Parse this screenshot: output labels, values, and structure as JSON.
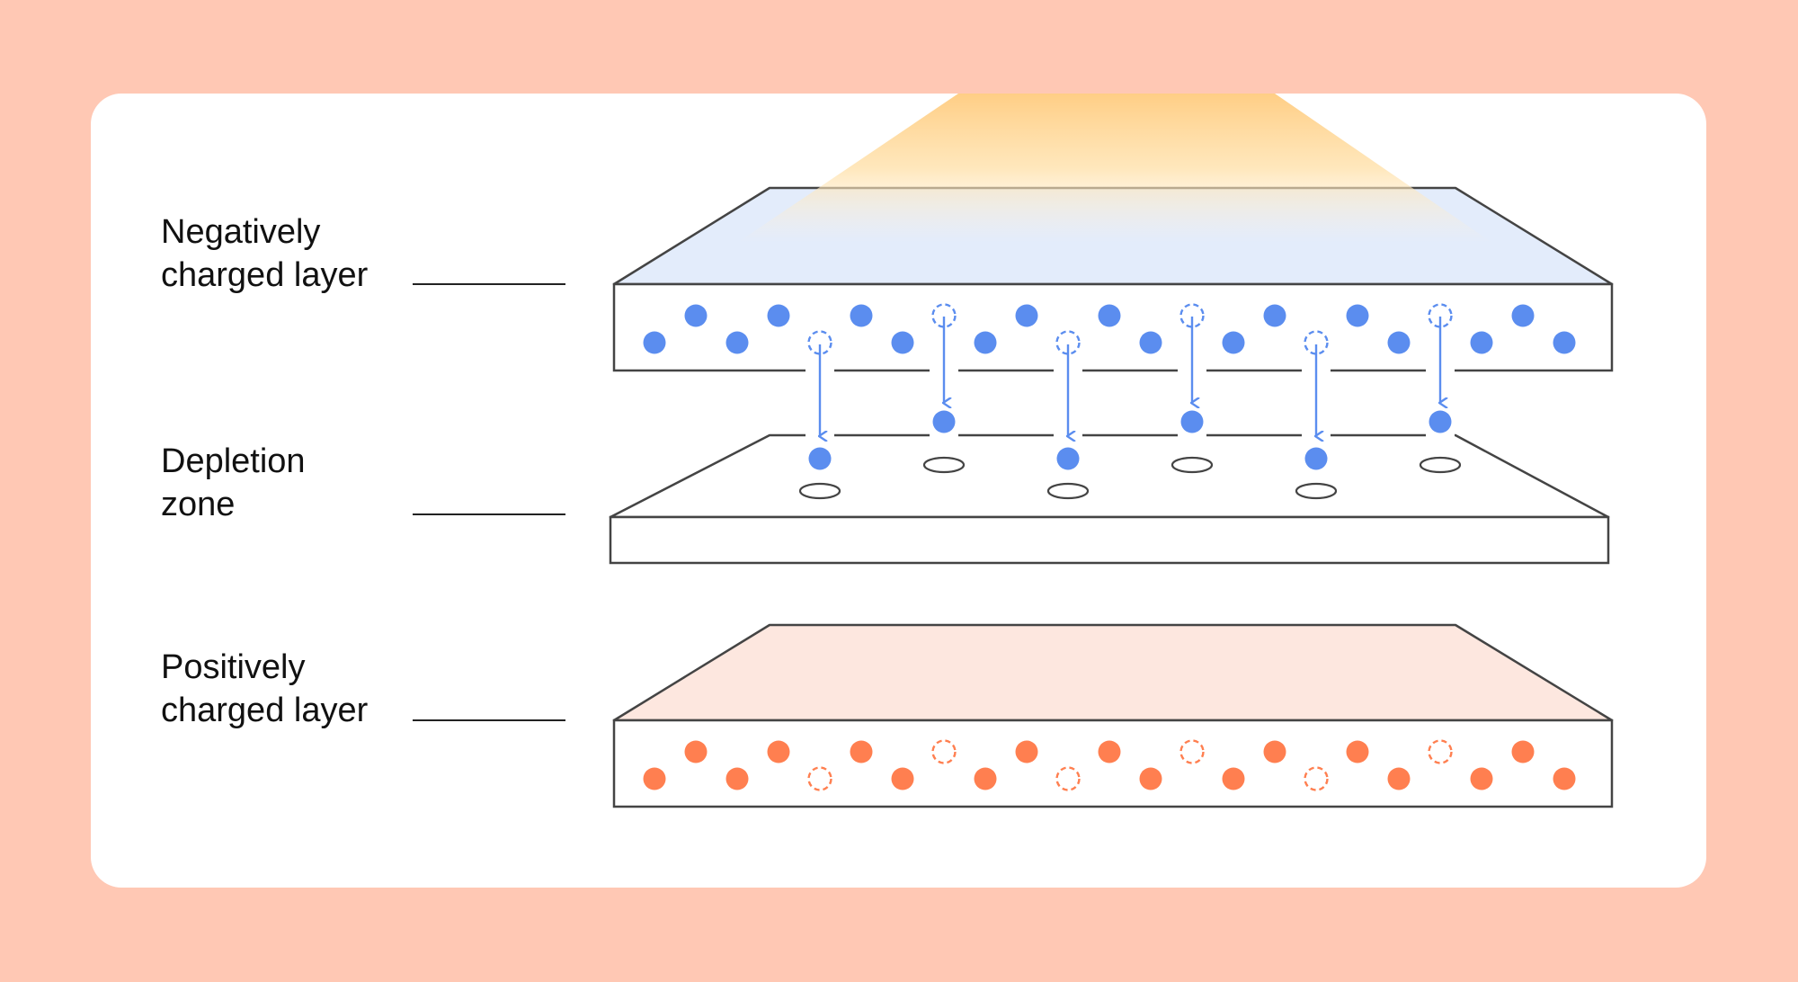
{
  "labels": {
    "negative": [
      "Negatively",
      "charged layer"
    ],
    "depletion": [
      "Depletion",
      "zone"
    ],
    "positive": [
      "Positively",
      "charged layer"
    ]
  },
  "colors": {
    "background": "#ffc8b4",
    "card": "#ffffff",
    "electron": "#5b8def",
    "hole": "#ff7f50",
    "light_beam": "#ffd28a",
    "top_plate": "#e3ecfb",
    "bottom_plate": "#fde7df",
    "outline": "#444444"
  },
  "negative_layer": {
    "upper_row": [
      "solid",
      "solid",
      "solid",
      "dashed",
      "solid",
      "solid",
      "dashed",
      "solid",
      "solid",
      "dashed",
      "solid"
    ],
    "lower_row": [
      "solid",
      "solid",
      "dashed",
      "solid",
      "solid",
      "dashed",
      "solid",
      "solid",
      "dashed",
      "solid",
      "solid",
      "solid"
    ]
  },
  "positive_layer": {
    "upper_row": [
      "solid",
      "solid",
      "solid",
      "dashed",
      "solid",
      "solid",
      "dashed",
      "solid",
      "solid",
      "dashed",
      "solid"
    ],
    "lower_row": [
      "solid",
      "solid",
      "dashed",
      "solid",
      "solid",
      "dashed",
      "solid",
      "solid",
      "dashed",
      "solid",
      "solid",
      "solid"
    ]
  },
  "migrating_electrons": 6
}
